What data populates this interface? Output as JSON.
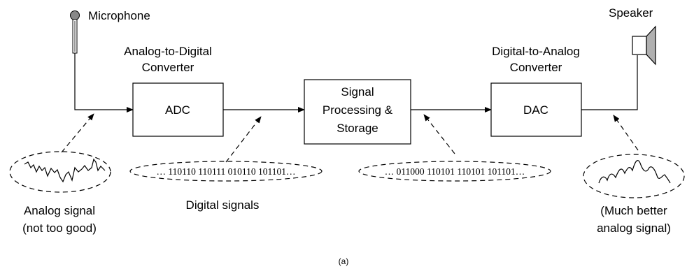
{
  "labels": {
    "microphone": "Microphone",
    "speaker": "Speaker",
    "adc_title_line1": "Analog-to-Digital",
    "adc_title_line2": "Converter",
    "dac_title_line1": "Digital-to-Analog",
    "dac_title_line2": "Converter",
    "adc_box": "ADC",
    "dac_box": "DAC",
    "processing_line1": "Signal",
    "processing_line2": "Processing &",
    "processing_line3": "Storage",
    "bits_left": "… 110110 110111 010110 101101…",
    "bits_right": "… 011000 110101 110101 101101…",
    "digital_signals": "Digital signals",
    "analog_in_line1": "Analog signal",
    "analog_in_line2": "(not  too good)",
    "analog_out_line1": "(Much better",
    "analog_out_line2": "analog signal)",
    "caption": "(a)"
  },
  "icons": {
    "microphone": "microphone-icon",
    "speaker": "speaker-icon"
  }
}
